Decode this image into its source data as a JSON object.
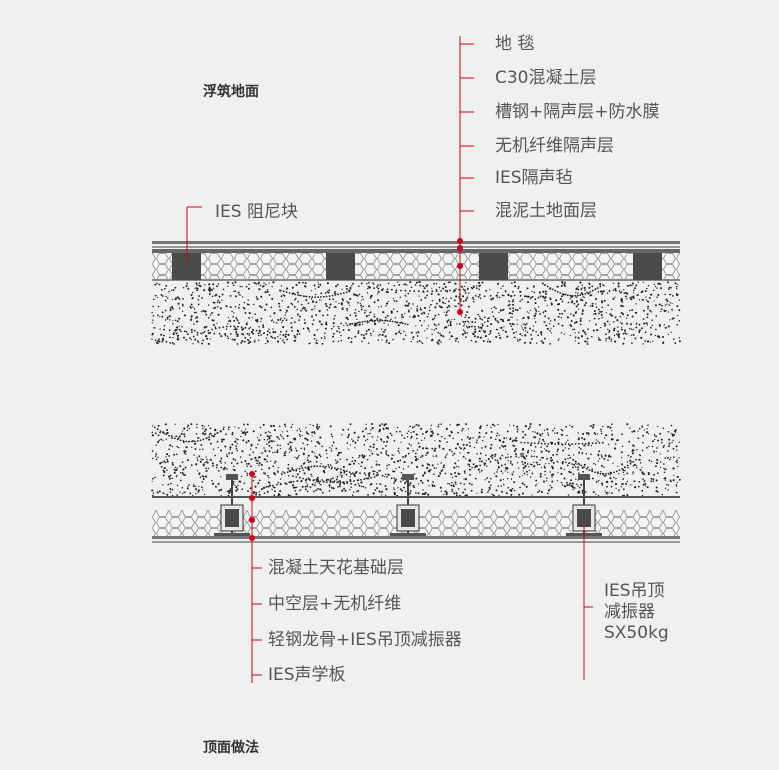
{
  "titles": {
    "floor": "浮筑地面",
    "ceiling": "顶面做法"
  },
  "floor_layers": [
    "地 毯",
    "C30混凝土层",
    "槽钢+隔声层+防水膜",
    "无机纤维隔声层",
    "IES隔声毡",
    "混泥土地面层"
  ],
  "floor_damper_label": "IES 阻尼块",
  "ceiling_layers": [
    "混凝土天花基础层",
    "中空层+无机纤维",
    "轻钢龙骨+IES吊顶减振器",
    "IES声学板"
  ],
  "ceiling_hanger_label": [
    "IES吊顶",
    "减振器",
    "SX50kg"
  ],
  "colors": {
    "accent": "#d0021b",
    "dark_block": "#4a4a4a",
    "text": "#555555",
    "background": "#f0f0f0"
  }
}
